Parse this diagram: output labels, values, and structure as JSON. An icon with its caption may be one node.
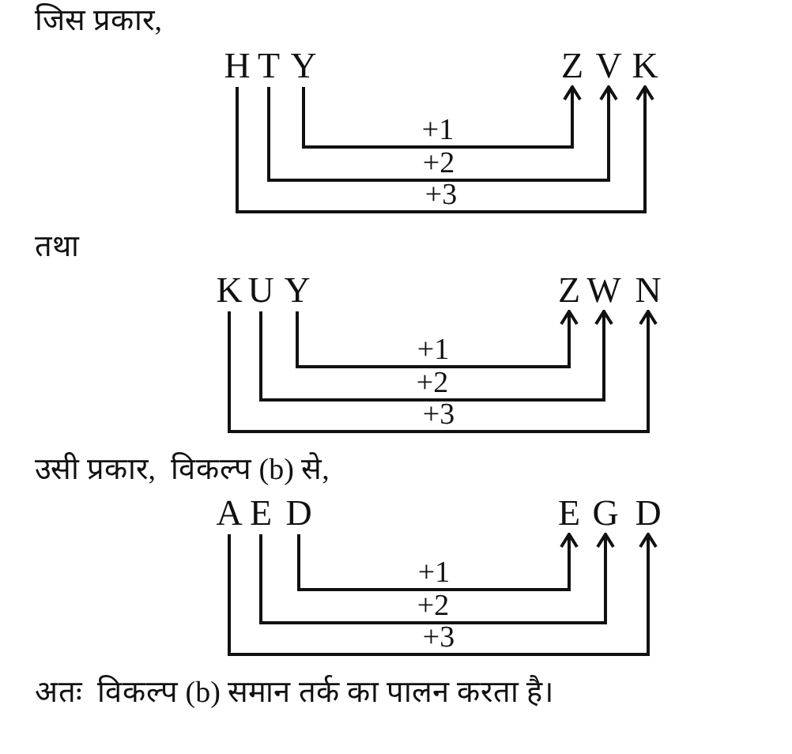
{
  "diagram": {
    "nodes": [
      {
        "text": [
          "H"
        ]
      },
      {
        "text": [
          "T"
        ]
      },
      {
        "text": [
          "Y"
        ]
      },
      {
        "text": [
          "Z"
        ]
      },
      {
        "text": [
          "V"
        ]
      },
      {
        "text": [
          "K"
        ]
      },
      {
        "text": [
          "K"
        ]
      },
      {
        "text": [
          "U"
        ]
      },
      {
        "text": [
          "Y"
        ]
      },
      {
        "text": [
          "Z"
        ]
      },
      {
        "text": [
          "W"
        ]
      },
      {
        "text": [
          "N"
        ]
      },
      {
        "text": [
          "A"
        ]
      },
      {
        "text": [
          "E"
        ]
      },
      {
        "text": [
          "D"
        ]
      },
      {
        "text": [
          "E"
        ]
      },
      {
        "text": [
          "G"
        ]
      },
      {
        "text": [
          "D"
        ]
      }
    ],
    "edges": [
      {
        "from": 2,
        "to": 3,
        "arrow": "to",
        "label": "+1"
      },
      {
        "from": 1,
        "to": 4,
        "arrow": "to",
        "label": "+2"
      },
      {
        "from": 0,
        "to": 5,
        "arrow": "to",
        "label": "+3"
      },
      {
        "from": 8,
        "to": 9,
        "arrow": "to",
        "label": "+1"
      },
      {
        "from": 7,
        "to": 10,
        "arrow": "to",
        "label": "+2"
      },
      {
        "from": 6,
        "to": 11,
        "arrow": "to",
        "label": "+3"
      },
      {
        "from": 14,
        "to": 15,
        "arrow": "to",
        "label": "+1"
      },
      {
        "from": 13,
        "to": 16,
        "arrow": "to",
        "label": "+2"
      },
      {
        "from": 12,
        "to": 17,
        "arrow": "to",
        "label": "+3"
      }
    ],
    "labels": [
      "जिस प्रकार,",
      "तथा",
      "उसी प्रकार,  विकल्प (b) से,",
      "अतः  विकल्प (b) समान तर्क का पालन करता है।"
    ]
  }
}
